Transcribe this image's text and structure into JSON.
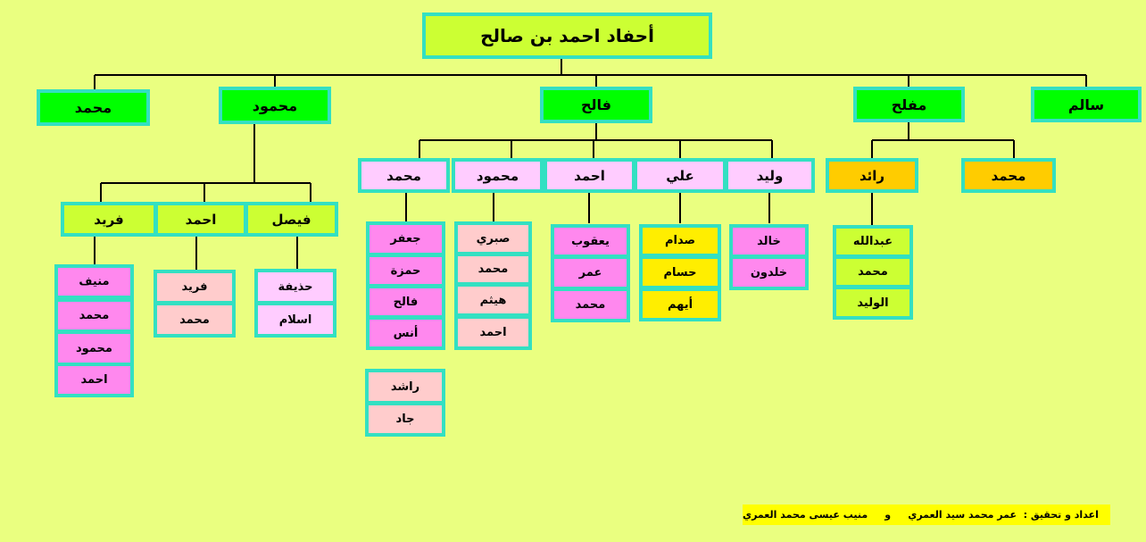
{
  "title": "أحفاد احمد بن صالح",
  "sons": {
    "salem": "سالم",
    "mofleh": "مفلح",
    "faleh": "فالح",
    "mahmoud": "محمود",
    "mohammed": "محمد"
  },
  "mofleh_children": {
    "raed": "رائد",
    "mohammed": "محمد"
  },
  "raed_children": [
    "عبدالله",
    "محمد",
    "الوليد"
  ],
  "faleh_children": {
    "waleed": "وليد",
    "ali": "علي",
    "ahmed": "احمد",
    "mahmoud": "محمود",
    "mohammed": "محمد"
  },
  "waleed_children": [
    "خالد",
    "خلدون"
  ],
  "ali_children": [
    "صدام",
    "حسام",
    "أيهم"
  ],
  "ahmed_children": [
    "يعقوب",
    "عمر",
    "محمد"
  ],
  "mahmoud_children": [
    "صبري",
    "محمد",
    "هيثم",
    "احمد"
  ],
  "mohammed_children": [
    "جعفر",
    "حمزة",
    "فالح",
    "أنس"
  ],
  "mohammed_extra": [
    "راشد",
    "جاد"
  ],
  "mahmoud_son_children": {
    "faisal": "فيصل",
    "ahmed": "احمد",
    "fareed": "فريد"
  },
  "faisal_children": [
    "حذيفة",
    "اسلام"
  ],
  "ahmed2_children": [
    "فريد",
    "محمد"
  ],
  "fareed_children": [
    "منيف",
    "محمد",
    "محمود",
    "احمد"
  ],
  "credit": "اعداد و تحقيق :  عمر محمد سيد العمري     و     منيب عيسى محمد العمري",
  "colors": {
    "background": "#eaff80",
    "border": "#33e0c2",
    "sons": "#00ff00",
    "title": "#ccff33",
    "orange": "#ffcc00",
    "pink": "#ffccff",
    "magenta": "#ff88ee",
    "salmon": "#ffcccc",
    "yellow": "#ffee00"
  }
}
